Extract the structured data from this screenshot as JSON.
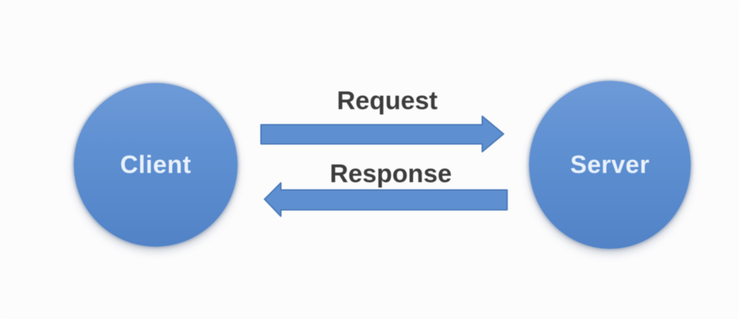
{
  "diagram": {
    "type": "client-server-flow",
    "background_color": "#fcfcfd",
    "nodes": [
      {
        "id": "client",
        "label": "Client",
        "shape": "circle",
        "fill": "#5d8fd1",
        "text_color": "#e9f1fb"
      },
      {
        "id": "server",
        "label": "Server",
        "shape": "circle",
        "fill": "#5d8fd1",
        "text_color": "#e9f1fb"
      }
    ],
    "arrows": [
      {
        "id": "request",
        "label": "Request",
        "from": "Client",
        "to": "Server",
        "direction": "right",
        "fill": "#5e90d1",
        "border": "#4a7ab8"
      },
      {
        "id": "response",
        "label": "Response",
        "from": "Server",
        "to": "Client",
        "direction": "left",
        "fill": "#5e90d1",
        "border": "#4a7ab8"
      }
    ],
    "label_color": "#3d3d3d"
  }
}
